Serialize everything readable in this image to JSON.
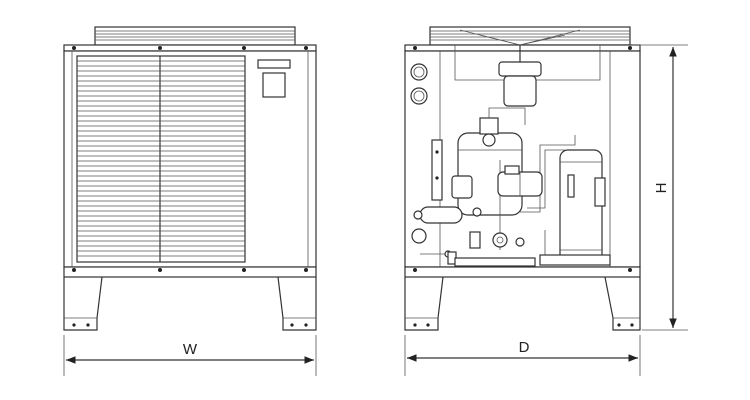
{
  "dimensions": {
    "width_label": "W",
    "depth_label": "D",
    "height_label": "H"
  },
  "colors": {
    "line": "#333333",
    "background": "#ffffff"
  }
}
